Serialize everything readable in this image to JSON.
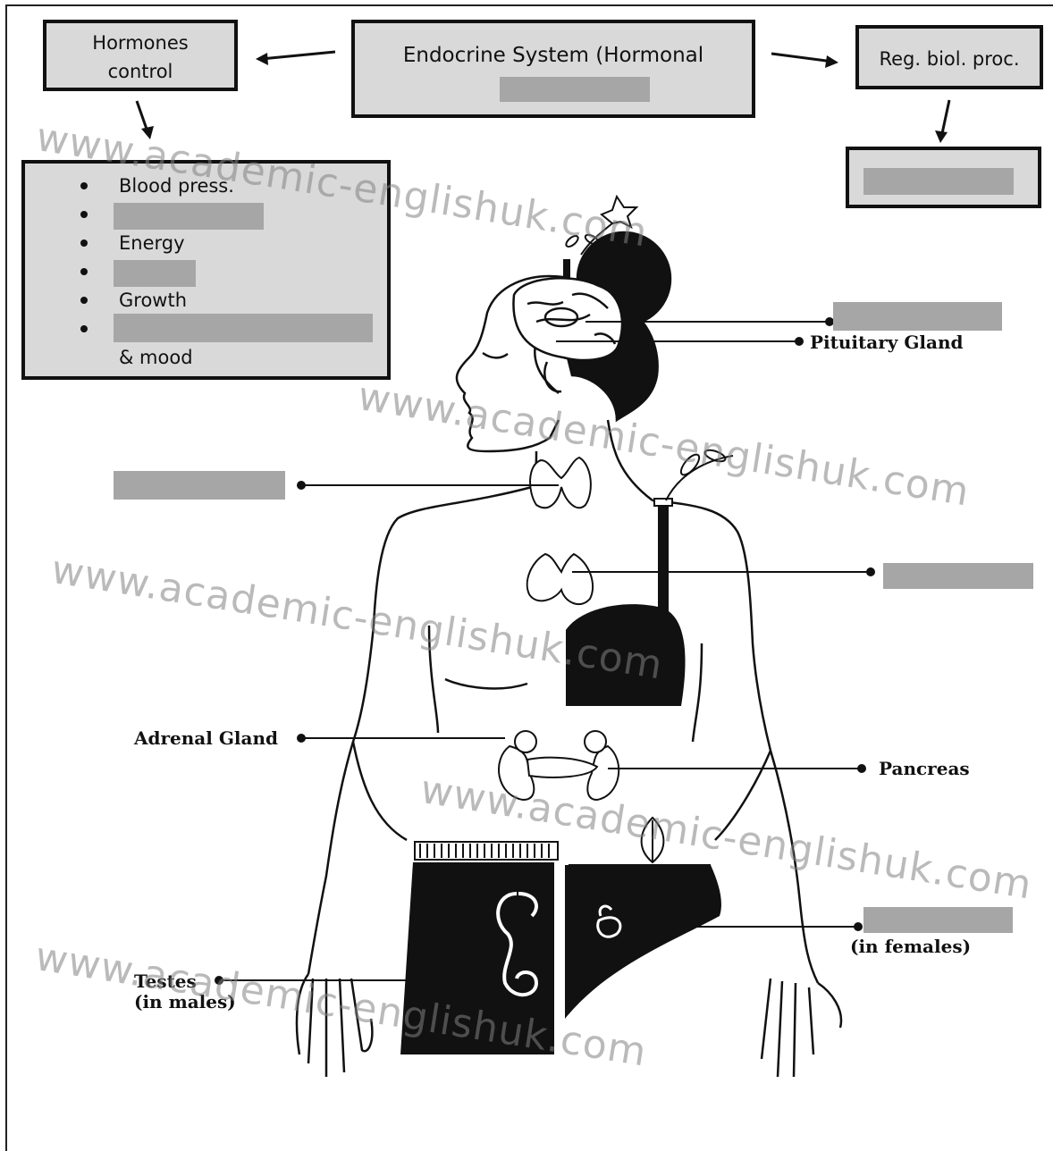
{
  "header": {
    "center_box": {
      "text": "Endocrine System (Hormonal"
    },
    "left_box": {
      "line1": "Hormones",
      "line2": "control"
    },
    "right_box": {
      "text": "Reg. biol. proc."
    }
  },
  "controls_list": {
    "items": [
      {
        "text": "Blood press.",
        "blank": false
      },
      {
        "text": "",
        "blank": true
      },
      {
        "text": "Energy",
        "blank": false
      },
      {
        "text": "",
        "blank": true
      },
      {
        "text": "Growth",
        "blank": false
      },
      {
        "text": "",
        "blank": true
      }
    ],
    "trailing_text": "& mood"
  },
  "labels": {
    "pituitary": "Pituitary Gland",
    "adrenal": "Adrenal Gland",
    "pancreas": "Pancreas",
    "testes_line1": "Testes",
    "testes_line2": "(in males)",
    "females_note": "(in females)"
  },
  "watermark": "www.academic-englishuk.com",
  "colors": {
    "box_fill": "#d9d9d9",
    "blank_fill": "#a6a6a6",
    "ink": "#111111"
  }
}
